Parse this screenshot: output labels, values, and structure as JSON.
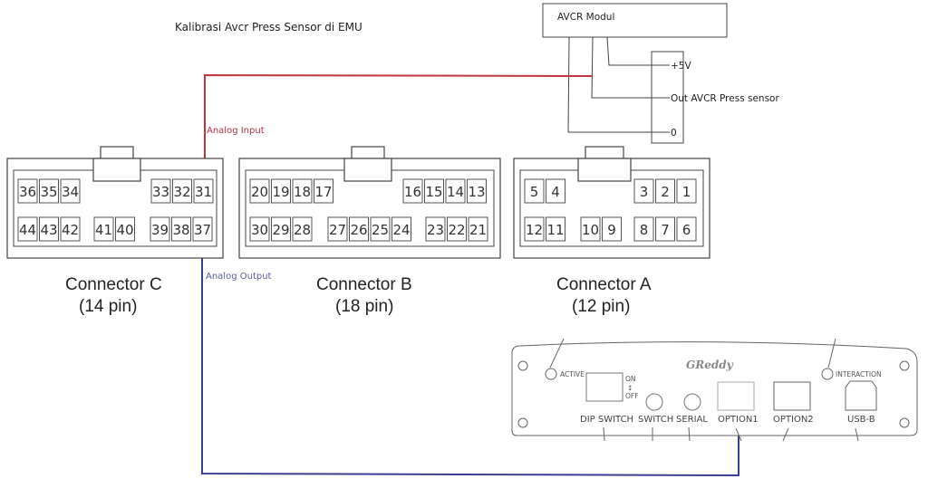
{
  "title": "Kalibrasi Avcr Press Sensor di EMU",
  "avcr_module": {
    "label": "AVCR Modul",
    "terminals": [
      "+5V",
      "Out AVCR Press sensor",
      "0"
    ]
  },
  "wires": {
    "analog_input": {
      "label": "Analog Input",
      "color": "#c0353f",
      "from": "Out AVCR Press sensor",
      "to_pin": "31"
    },
    "analog_output": {
      "label": "Analog Output",
      "color": "#3b3f93",
      "from_pin": "37",
      "to": "OPTION1"
    }
  },
  "connectors": [
    {
      "id": "C",
      "name": "Connector C",
      "pins_label": "(14 pin)",
      "top_row": [
        [
          "36",
          "35",
          "34"
        ],
        [
          "33",
          "32",
          "31"
        ]
      ],
      "bottom_row": [
        [
          "44",
          "43",
          "42"
        ],
        [
          "41",
          "40"
        ],
        [
          "39",
          "38",
          "37"
        ]
      ]
    },
    {
      "id": "B",
      "name": "Connector B",
      "pins_label": "(18 pin)",
      "top_row": [
        [
          "20",
          "19",
          "18",
          "17"
        ],
        [
          "16",
          "15",
          "14",
          "13"
        ]
      ],
      "bottom_row": [
        [
          "30",
          "29",
          "28"
        ],
        [
          "27",
          "26",
          "25",
          "24"
        ],
        [
          "23",
          "22",
          "21"
        ]
      ]
    },
    {
      "id": "A",
      "name": "Connector A",
      "pins_label": "(12 pin)",
      "top_row": [
        [
          "5",
          "4"
        ],
        [
          "3",
          "2",
          "1"
        ]
      ],
      "bottom_row": [
        [
          "12",
          "11"
        ],
        [
          "10",
          "9"
        ],
        [
          "8",
          "7",
          "6"
        ]
      ]
    }
  ],
  "device_panel": {
    "brand": "GReddy",
    "leds": [
      "ACTIVE",
      "INTERACTION"
    ],
    "dip_states": [
      "ON",
      "OFF"
    ],
    "ports": [
      "DIP SWITCH",
      "SWITCH",
      "SERIAL",
      "OPTION1",
      "OPTION2",
      "USB-B"
    ]
  }
}
